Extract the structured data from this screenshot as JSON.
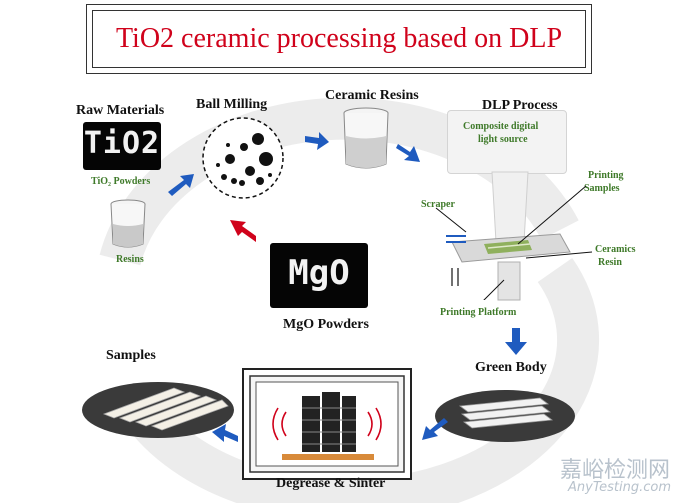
{
  "title": "TiO2 ceramic processing based on DLP",
  "stages": {
    "raw_materials": "Raw Materials",
    "ball_milling": "Ball Milling",
    "ceramic_resins": "Ceramic Resins",
    "dlp_process": "DLP Process",
    "green_body": "Green Body",
    "degrease_sinter": "Degrease  & Sinter",
    "samples": "Samples"
  },
  "materials": {
    "tio2_logo": "TiO2",
    "tio2_powders": "TiO₂ Powders",
    "resins": "Resins",
    "mgo_logo": "MgO",
    "mgo_powders": "MgO Powders"
  },
  "dlp_labels": {
    "light_source_line1": "Composite digital",
    "light_source_line2": "light source",
    "printing_line1": "Printing",
    "printing_line2": "Samples",
    "scraper": "Scraper",
    "ceramics_line1": "Ceramics",
    "ceramics_line2": "Resin",
    "printing_platform": "Printing Platform"
  },
  "watermark": {
    "cn": "嘉峪检测网",
    "en": "AnyTesting.com"
  },
  "colors": {
    "title_red": "#d0021b",
    "arrow_blue": "#1f5bbf",
    "arrow_red": "#d0021b",
    "label_green": "#3f7a2a",
    "ring_gray": "#e9e9e9"
  }
}
